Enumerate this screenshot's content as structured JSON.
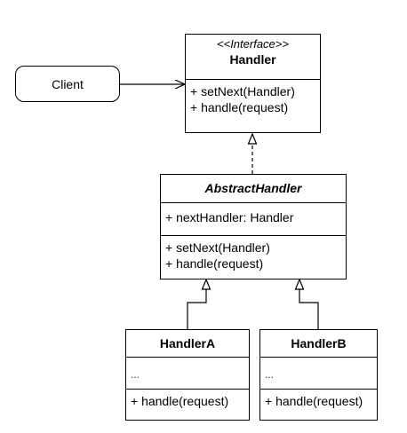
{
  "client": {
    "label": "Client"
  },
  "handler": {
    "stereotype": "<<Interface>>",
    "name": "Handler",
    "methods": [
      "+ setNext(Handler)",
      "+ handle(request)"
    ]
  },
  "abstract_handler": {
    "name": "AbstractHandler",
    "fields": [
      "+ nextHandler: Handler"
    ],
    "methods": [
      "+ setNext(Handler)",
      "+ handle(request)"
    ]
  },
  "handler_a": {
    "name": "HandlerA",
    "fields": [
      "..."
    ],
    "methods": [
      "+ handle(request)"
    ]
  },
  "handler_b": {
    "name": "HandlerB",
    "fields": [
      "..."
    ],
    "methods": [
      "+ handle(request)"
    ]
  }
}
